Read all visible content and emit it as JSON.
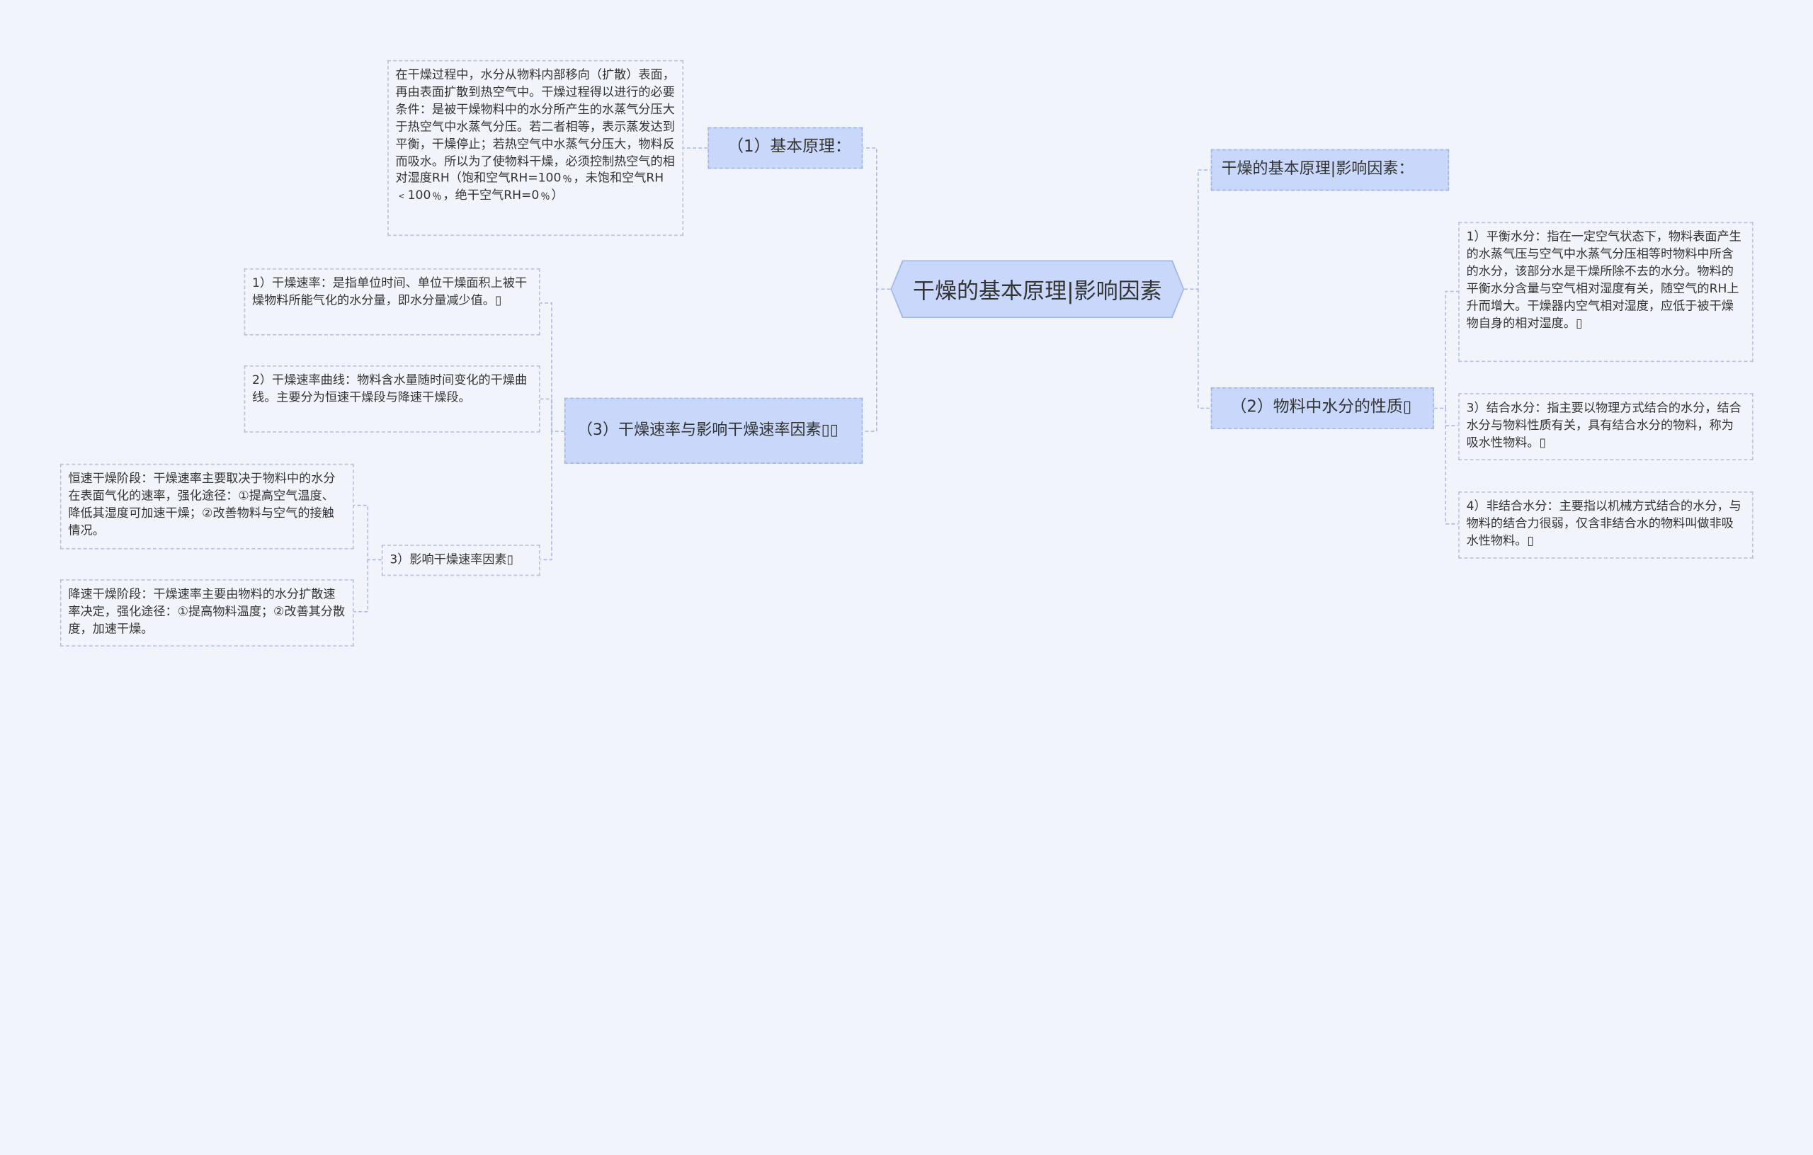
{
  "root": {
    "label": "干燥的基本原理|影响因素"
  },
  "left": {
    "basic_principle": {
      "label": "（1）基本原理：",
      "note": "在干燥过程中，水分从物料内部移向（扩散）表面，再由表面扩散到热空气中。干燥过程得以进行的必要条件：是被干燥物料中的水分所产生的水蒸气分压大于热空气中水蒸气分压。若二者相等，表示蒸发达到平衡，干燥停止；若热空气中水蒸气分压大，物料反而吸水。所以为了使物料干燥，必须控制热空气的相对湿度RH（饱和空气RH=100﹪，未饱和空气RH﹤100﹪，绝干空气RH=0﹪）"
    },
    "drying_rate": {
      "label": "（3）干燥速率与影响干燥速率因素",
      "items": [
        "1）干燥速率：是指单位时间、单位干燥面积上被干燥物料所能气化的水分量，即水分量减少值。",
        "2）干燥速率曲线：物料含水量随时间变化的干燥曲线。主要分为恒速干燥段与降速干燥段。"
      ],
      "factors": {
        "label": "3）影响干燥速率因素",
        "items": [
          "恒速干燥阶段：干燥速率主要取决于物料中的水分在表面气化的速率，强化途径：①提高空气温度、降低其湿度可加速干燥；②改善物料与空气的接触情况。",
          "降速干燥阶段：干燥速率主要由物料的水分扩散速率决定，强化途径：①提高物料温度；②改善其分散度，加速干燥。"
        ]
      }
    }
  },
  "right": {
    "title_node": {
      "label": "干燥的基本原理|影响因素："
    },
    "water_nature": {
      "label": "（2）物料中水分的性质",
      "items": [
        "1）平衡水分：指在一定空气状态下，物料表面产生的水蒸气压与空气中水蒸气分压相等时物料中所含的水分，该部分水是干燥所除不去的水分。物料的平衡水分含量与空气相对湿度有关，随空气的RH上升而增大。干燥器内空气相对湿度，应低于被干燥物自身的相对湿度。",
        "3）结合水分：指主要以物理方式结合的水分，结合水分与物料性质有关，具有结合水分的物料，称为吸水性物料。",
        "4）非结合水分：主要指以机械方式结合的水分，与物料的结合力很弱，仅含非结合水的物料叫做非吸水性物料。"
      ]
    }
  },
  "colors": {
    "background": "#f1f4fb",
    "topic_fill": "#c9d8fa",
    "topic_border": "#9fb6e6",
    "note_border": "#b8c3db",
    "link": "#a9bbe6",
    "text": "#333333"
  },
  "glyphs": {
    "box": "▯"
  }
}
